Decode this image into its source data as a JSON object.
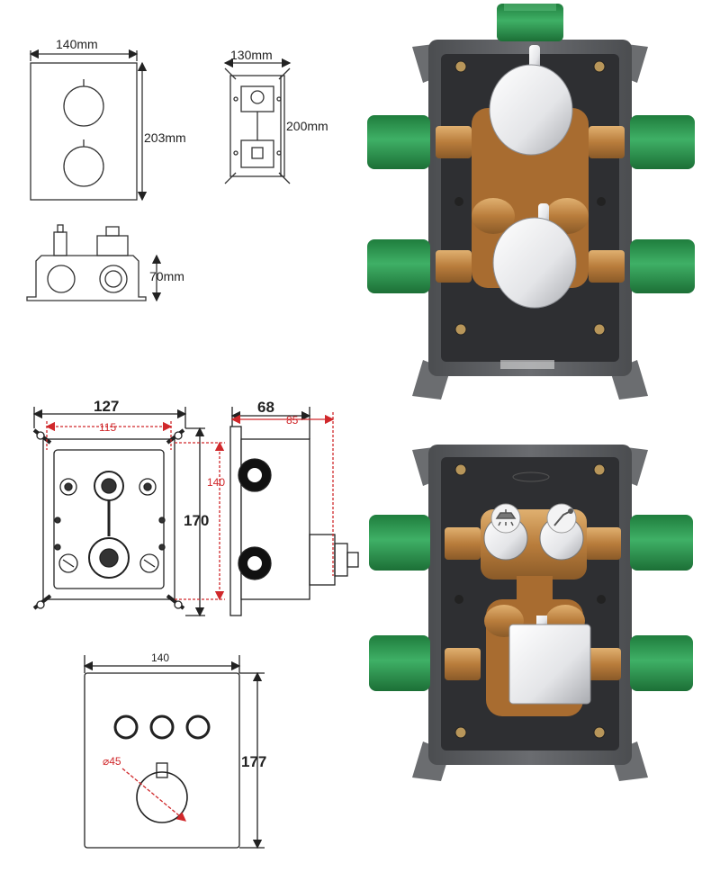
{
  "dimensions": {
    "top_panel": {
      "width": "140mm",
      "height": "203mm"
    },
    "top_box_rear": {
      "width": "130mm",
      "height": "200mm"
    },
    "top_box_side": {
      "depth": "70mm"
    },
    "bottom_box_front": {
      "outer_width": "127",
      "inner_width": "115",
      "outer_height": "170",
      "inner_height": "140"
    },
    "bottom_box_side": {
      "depth": "68",
      "total_depth": "85"
    },
    "bottom_panel": {
      "width": "140",
      "height": "177",
      "knob_diameter": "⌀45"
    }
  },
  "photos": {
    "top": {
      "description_icon": "thermostatic-valve-box-round-handles"
    },
    "bottom": {
      "description_icon": "thermostatic-valve-box-square-handle",
      "button_icons": [
        "shower-head-icon",
        "hand-shower-icon"
      ]
    }
  },
  "colors": {
    "box_grey": "#5b5d60",
    "box_dark": "#2f3033",
    "pipe_green": "#2f9a52",
    "brass": "#c08a48",
    "chrome": "#e9eaec",
    "dimension_red": "#d0282b"
  }
}
